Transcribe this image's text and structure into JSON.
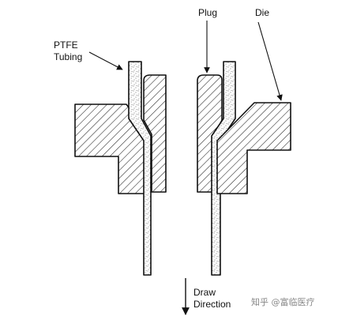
{
  "labels": {
    "ptfe_line1": "PTFE",
    "ptfe_line2": "Tubing",
    "plug": "Plug",
    "die": "Die",
    "draw_line1": "Draw",
    "draw_line2": "Direction"
  },
  "watermark": "知乎 @富临医疗",
  "colors": {
    "hatch": "#222222",
    "stipple": "#555555",
    "outline": "#111111",
    "background": "#ffffff"
  }
}
